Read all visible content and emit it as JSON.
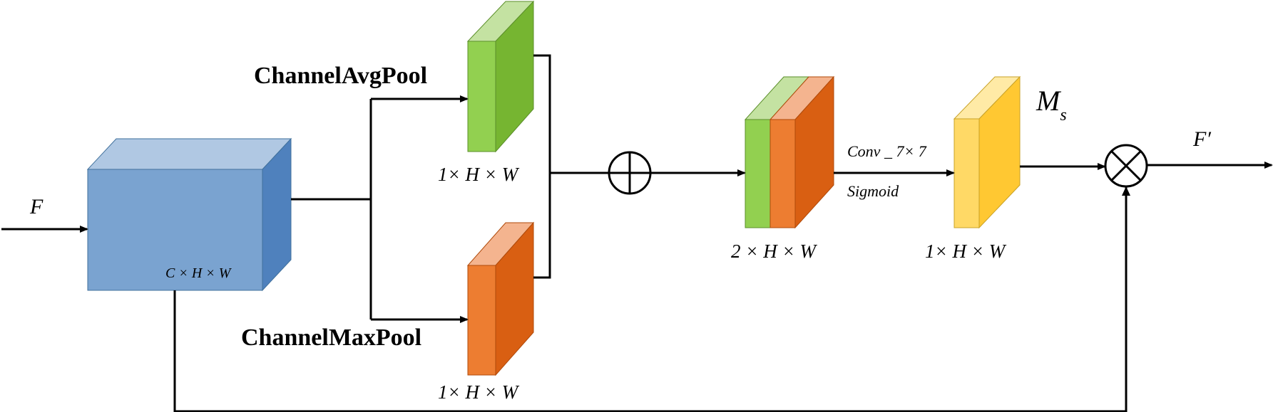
{
  "labels": {
    "input": "F",
    "input_dims": "C × H × W",
    "avg_pool": "ChannelAvgPool",
    "max_pool": "ChannelMaxPool",
    "avg_dims": "1× H × W",
    "max_dims": "1× H × W",
    "concat_dims": "2 × H × W",
    "conv": "Conv _ 7× 7",
    "activation": "Sigmoid",
    "mask": "M",
    "mask_sub": "s",
    "mask_dims": "1× H × W",
    "output": "F′"
  },
  "colors": {
    "input_front": "#7aa3d0",
    "input_top": "#b0c8e3",
    "input_side": "#4f81bd",
    "green_front": "#92d050",
    "green_top": "#c4e2a2",
    "green_side": "#76b531",
    "orange_front": "#ed7d31",
    "orange_top": "#f4b48f",
    "orange_side": "#d95f12",
    "yellow_front": "#ffd966",
    "yellow_top": "#ffeaa6",
    "yellow_side": "#ffc832"
  }
}
